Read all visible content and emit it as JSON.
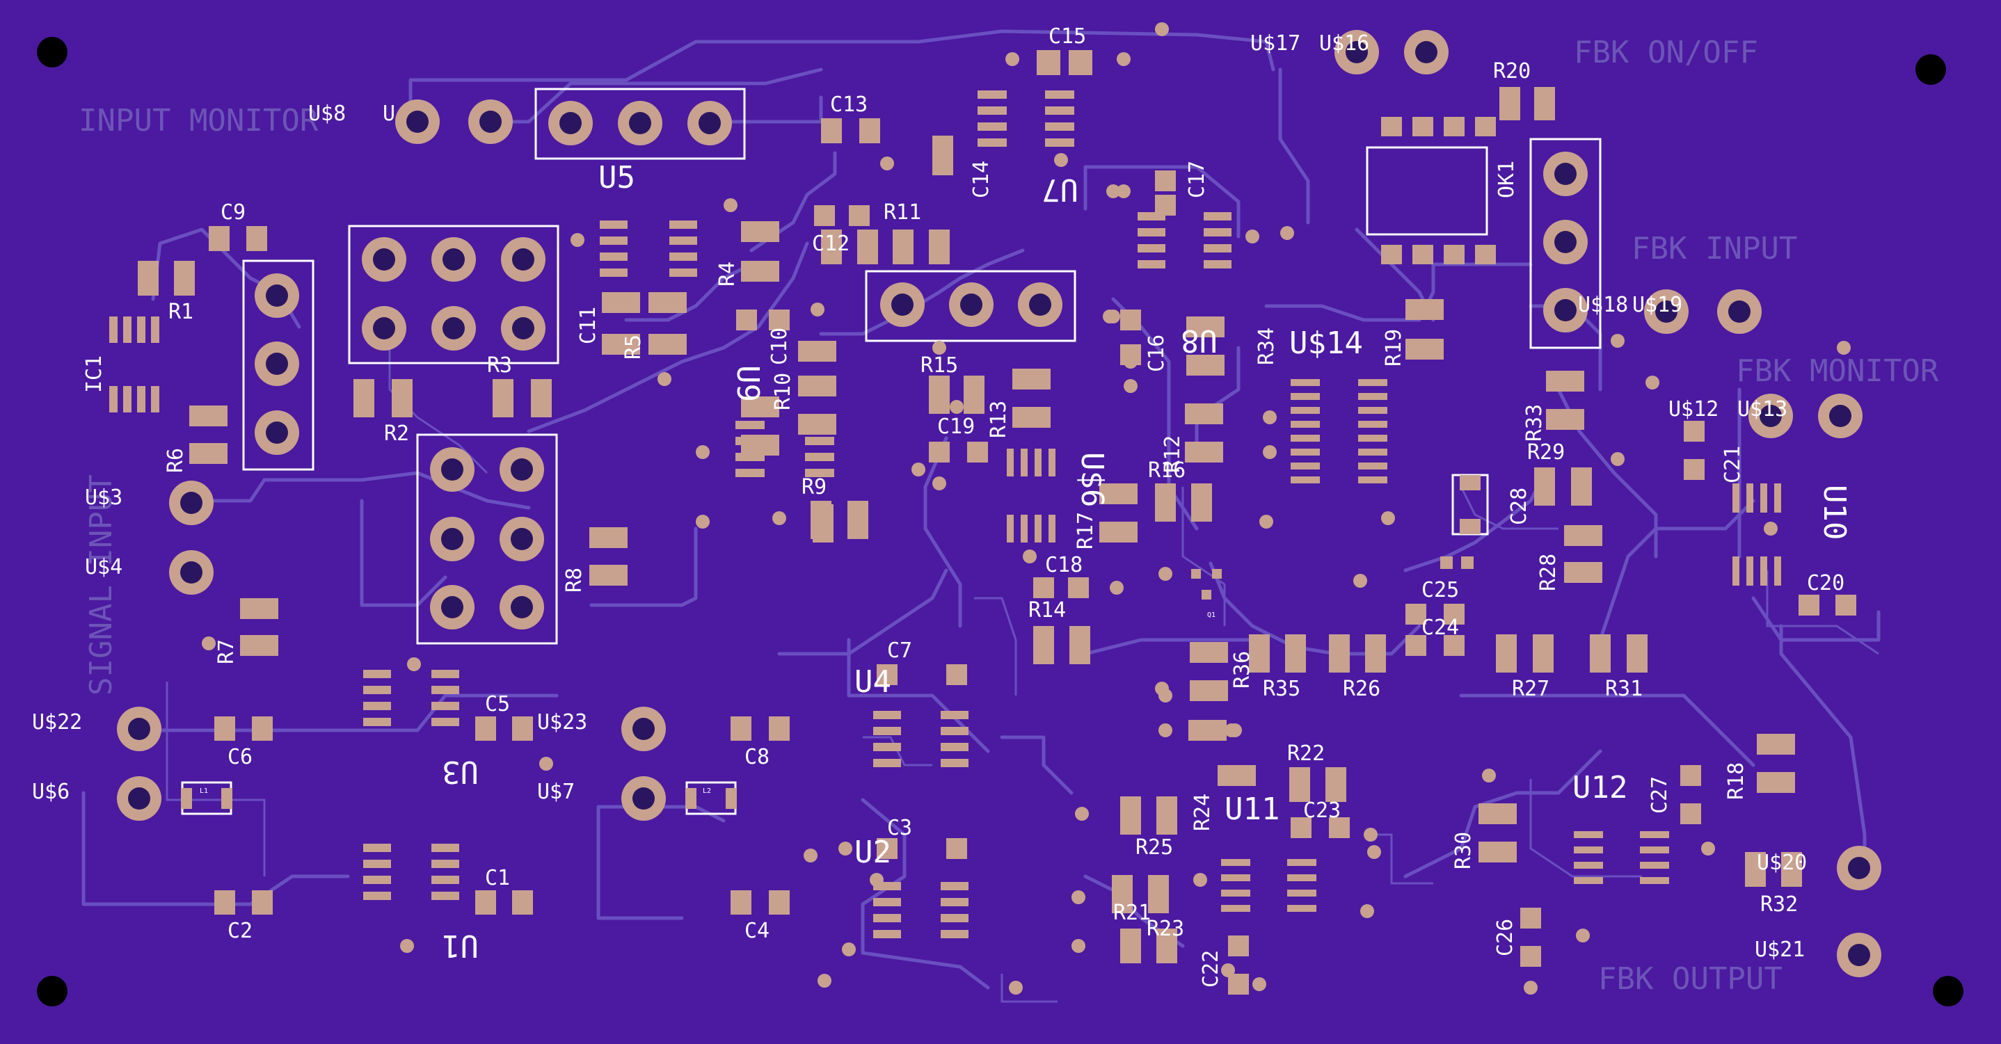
{
  "board": {
    "colors": {
      "substrate": "#4b1aa0",
      "trace": "#6a4fc1",
      "pad": "#c9a18f",
      "silkscreen": "#ffffff",
      "faint_label": "#6d55b8",
      "mount_hole": "#000000"
    }
  },
  "section_labels": {
    "input_monitor": "INPUT MONITOR",
    "signal_input": "SIGNAL INPUT",
    "fbk_on_off": "FBK ON/OFF",
    "fbk_input": "FBK INPUT",
    "fbk_monitor": "FBK MONITOR",
    "fbk_output": "FBK OUTPUT"
  },
  "components": {
    "u5": "U5",
    "u9": "U9",
    "u7": "U7",
    "u8": "U8",
    "u3": "U3",
    "u1": "U1",
    "u4": "U4",
    "u2": "U2",
    "u10": "U10",
    "u11": "U11",
    "u12": "U12",
    "u14": "U$14",
    "ic1": "IC1",
    "ok1": "OK1",
    "q1": "Q1",
    "l1": "L1",
    "l2": "L2",
    "r1": "R1",
    "r2": "R2",
    "r3": "R3",
    "r4": "R4",
    "r5": "R5",
    "r6": "R6",
    "r7": "R7",
    "r8": "R8",
    "r9": "R9",
    "r10": "R10",
    "r11": "R11",
    "r12": "R12",
    "r13": "R13",
    "r14": "R14",
    "r15": "R15",
    "r16": "R16",
    "r17": "R17",
    "r18": "R18",
    "r19": "R19",
    "r20": "R20",
    "r21": "R21",
    "r22": "R22",
    "r23": "R23",
    "r24": "R24",
    "r25": "R25",
    "r26": "R26",
    "r27": "R27",
    "r28": "R28",
    "r29": "R29",
    "r30": "R30",
    "r31": "R31",
    "r32": "R32",
    "r33": "R33",
    "r34": "R34",
    "r35": "R35",
    "r36": "R36",
    "c1": "C1",
    "c2": "C2",
    "c3": "C3",
    "c4": "C4",
    "c5": "C5",
    "c6": "C6",
    "c7": "C7",
    "c8": "C8",
    "c9": "C9",
    "c10": "C10",
    "c11": "C11",
    "c12": "C12",
    "c13": "C13",
    "c14": "C14",
    "c15": "C15",
    "c16": "C16",
    "c17": "C17",
    "c18": "C18",
    "c19": "C19",
    "c20": "C20",
    "c21": "C21",
    "c22": "C22",
    "c23": "C23",
    "c24": "C24",
    "c25": "C25",
    "c26": "C26",
    "c27": "C27",
    "c28": "C28"
  },
  "connectors": {
    "u3": "U$3",
    "u4": "U$4",
    "u6": "U$6",
    "u7": "U$7",
    "u8": "U$8",
    "u8_partial": "U",
    "u12": "U$12",
    "u13": "U$13",
    "u16": "U$16",
    "u17": "U$17",
    "u18": "U$18",
    "u19": "U$19",
    "u20": "U$20",
    "u21": "U$21",
    "u22": "U$22",
    "u23": "U$23"
  }
}
